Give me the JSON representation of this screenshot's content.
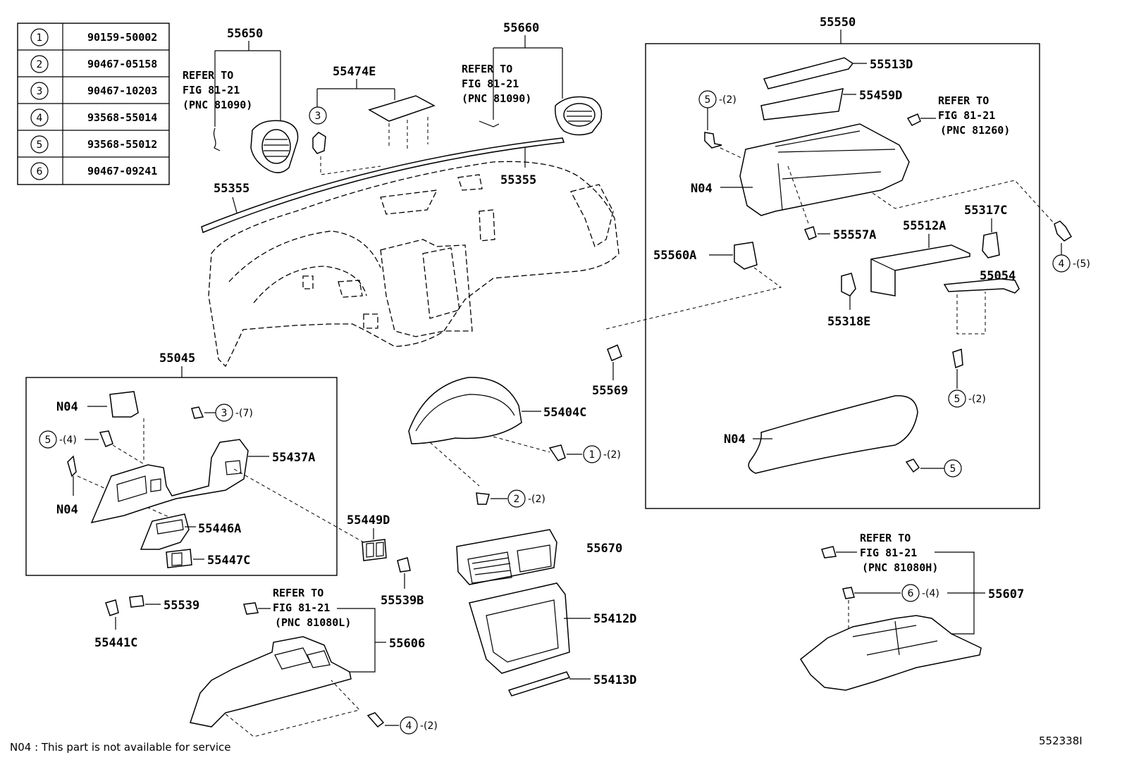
{
  "fastener_table": [
    {
      "num": "1",
      "part": "90159-50002"
    },
    {
      "num": "2",
      "part": "90467-05158"
    },
    {
      "num": "3",
      "part": "90467-10203"
    },
    {
      "num": "4",
      "part": "93568-55014"
    },
    {
      "num": "5",
      "part": "93568-55012"
    },
    {
      "num": "6",
      "part": "90467-09241"
    }
  ],
  "labels": {
    "p55650": "55650",
    "p55474E": "55474E",
    "p55660": "55660",
    "p55550": "55550",
    "p55513D": "55513D",
    "p55459D": "55459D",
    "p55355_left": "55355",
    "p55355_right": "55355",
    "p55557A": "55557A",
    "p55512A": "55512A",
    "p55317C": "55317C",
    "p55560A": "55560A",
    "p55054": "55054",
    "p55318E": "55318E",
    "p55569": "55569",
    "p55045": "55045",
    "p55404C": "55404C",
    "p55437A": "55437A",
    "p55446A": "55446A",
    "p55447C": "55447C",
    "p55449D": "55449D",
    "p55670": "55670",
    "p55539": "55539",
    "p55539B": "55539B",
    "p55441C": "55441C",
    "p55412D": "55412D",
    "p55606": "55606",
    "p55413D": "55413D",
    "p55607": "55607",
    "n04_glovebox": "N04",
    "n04_door": "N04",
    "n04_switch": "N04",
    "n04_bracket": "N04"
  },
  "refers": {
    "r1": {
      "l1": "REFER TO",
      "l2": "FIG 81-21",
      "l3": "(PNC 81090)"
    },
    "r2": {
      "l1": "REFER TO",
      "l2": "FIG 81-21",
      "l3": "(PNC 81090)"
    },
    "r3": {
      "l1": "REFER TO",
      "l2": "FIG 81-21",
      "l3": "(PNC 81260)"
    },
    "r4": {
      "l1": "REFER TO",
      "l2": "FIG 81-21",
      "l3": "(PNC 81080L)"
    },
    "r5": {
      "l1": "REFER TO",
      "l2": "FIG 81-21",
      "l3": "(PNC 81080H)"
    }
  },
  "callouts": {
    "c5_a": {
      "num": "5",
      "qty": "-(2)"
    },
    "c4_a": {
      "num": "4",
      "qty": "-(5)"
    },
    "c5_b": {
      "num": "5",
      "qty": "-(2)"
    },
    "c5_c": {
      "num": "5",
      "qty": ""
    },
    "c3_a": {
      "num": "3",
      "qty": ""
    },
    "c3_b": {
      "num": "3",
      "qty": "-(7)"
    },
    "c5_d": {
      "num": "5",
      "qty": "-(4)"
    },
    "c1_a": {
      "num": "1",
      "qty": "-(2)"
    },
    "c2_a": {
      "num": "2",
      "qty": "-(2)"
    },
    "c6_a": {
      "num": "6",
      "qty": "-(4)"
    },
    "c4_b": {
      "num": "4",
      "qty": "-(2)"
    }
  },
  "footer": {
    "note": "N04 : This part is not available for service",
    "code": "552338I"
  }
}
